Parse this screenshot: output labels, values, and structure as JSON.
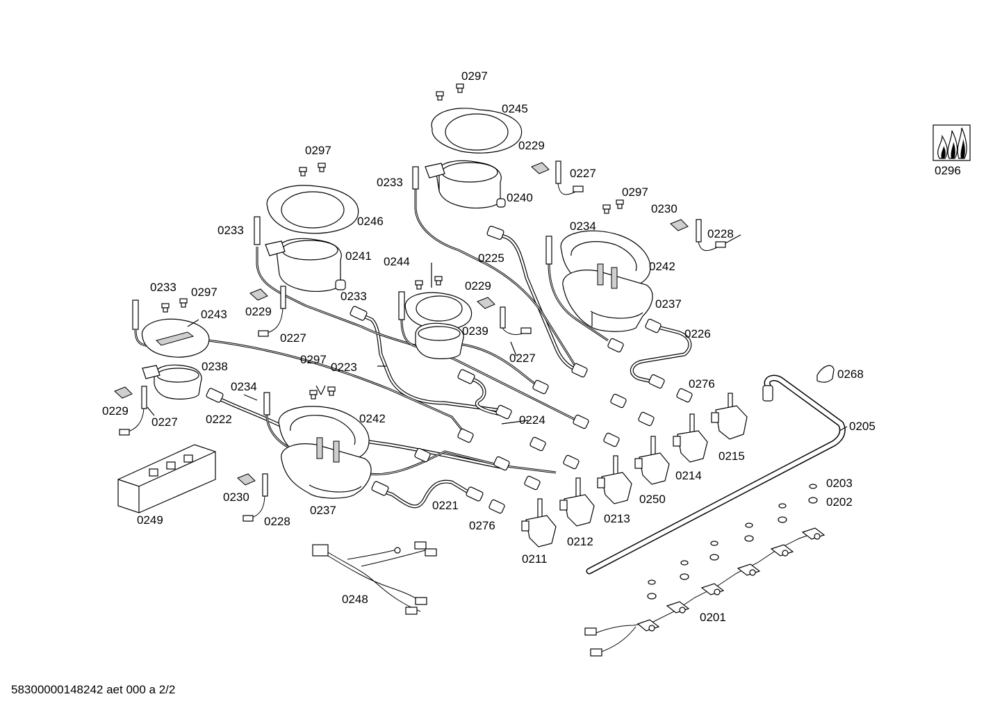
{
  "diagram": {
    "labels": {
      "l0297a": "0297",
      "l0245": "0245",
      "l0229a": "0229",
      "l0227a": "0227",
      "l0233a": "0233",
      "l0240": "0240",
      "l0297b": "0297",
      "l0230a": "0230",
      "l0228a": "0228",
      "l0297c": "0297",
      "l0246": "0246",
      "l0233b": "0233",
      "l0241": "0241",
      "l0234a": "0234",
      "l0242a": "0242",
      "l0225": "0225",
      "l0237a": "0237",
      "l0244": "0244",
      "l0229b": "0229",
      "l0233c": "0233",
      "l0297d": "0297",
      "l0233d": "0233",
      "l0243": "0243",
      "l0229c": "0229",
      "l0227b": "0227",
      "l0239": "0239",
      "l0227c": "0227",
      "l0226": "0226",
      "l0297e": "0297",
      "l0223": "0223",
      "l0238": "0238",
      "l0234b": "0234",
      "l0242b": "0242",
      "l0276a": "0276",
      "l0268": "0268",
      "l0229d": "0229",
      "l0227d": "0227",
      "l0222": "0222",
      "l0224": "0224",
      "l0205": "0205",
      "l0215": "0215",
      "l0214": "0214",
      "l0230b": "0230",
      "l0228b": "0228",
      "l0237b": "0237",
      "l0221": "0221",
      "l0276b": "0276",
      "l0213": "0213",
      "l0250": "0250",
      "l0212": "0212",
      "l0211": "0211",
      "l0249": "0249",
      "l0203": "0203",
      "l0202": "0202",
      "l0248": "0248",
      "l0201": "0201",
      "l0296": "0296"
    },
    "footer": "58300000148242 aet 000 a 2/2"
  }
}
